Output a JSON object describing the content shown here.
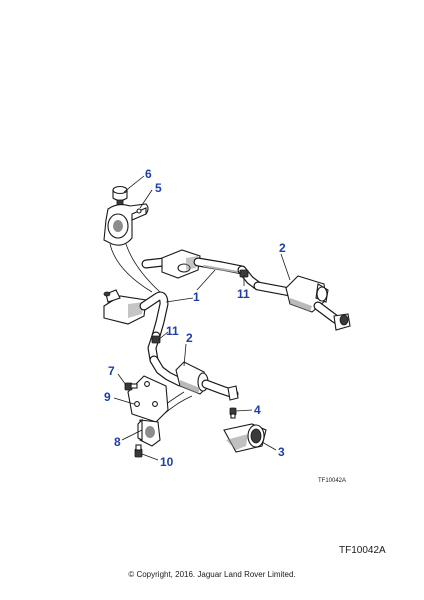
{
  "callouts": {
    "c1": "1",
    "c2a": "2",
    "c2b": "2",
    "c3": "3",
    "c4": "4",
    "c5": "5",
    "c6": "6",
    "c7": "7",
    "c8": "8",
    "c9": "9",
    "c10": "10",
    "c11a": "11",
    "c11b": "11"
  },
  "reference_small": "TF10042A",
  "reference_code": "TF10042A",
  "copyright": "© Copyright, 2016. Jaguar Land Rover Limited.",
  "colors": {
    "callout": "#1f3ea8",
    "line": "#1a1a1a"
  }
}
